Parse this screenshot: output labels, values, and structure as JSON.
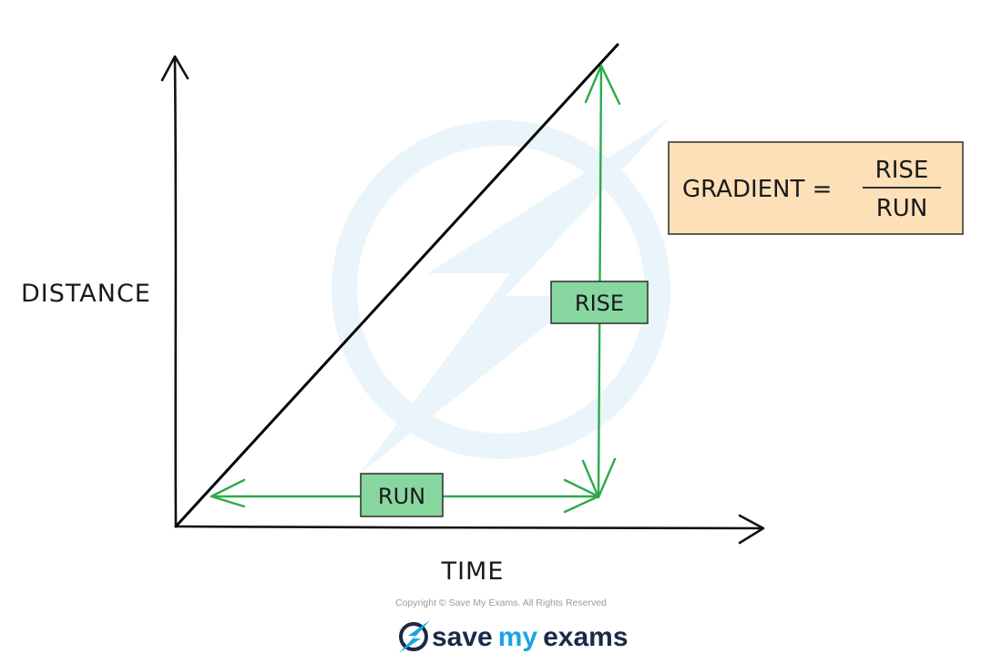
{
  "labels": {
    "y_axis": "DISTANCE",
    "x_axis": "TIME",
    "rise": "RISE",
    "run": "RUN"
  },
  "formula": {
    "lhs": "GRADIENT =",
    "numerator": "RISE",
    "denominator": "RUN"
  },
  "footer": {
    "copyright": "Copyright © Save My Exams. All Rights Reserved",
    "brand_part1": "save",
    "brand_part2": "my",
    "brand_part3": "exams"
  },
  "colors": {
    "axis": "#111111",
    "graph_line": "#000000",
    "arrow": "#2bab4a",
    "label_box_fill": "#88d6a0",
    "label_box_stroke": "#2d2d2d",
    "formula_fill": "#fde0b8",
    "formula_stroke": "#2d2d2d",
    "brand_save": "#1b2a47",
    "brand_my": "#1aa4e3",
    "brand_exams": "#1b2a47",
    "watermark": "#e9f4fb"
  }
}
